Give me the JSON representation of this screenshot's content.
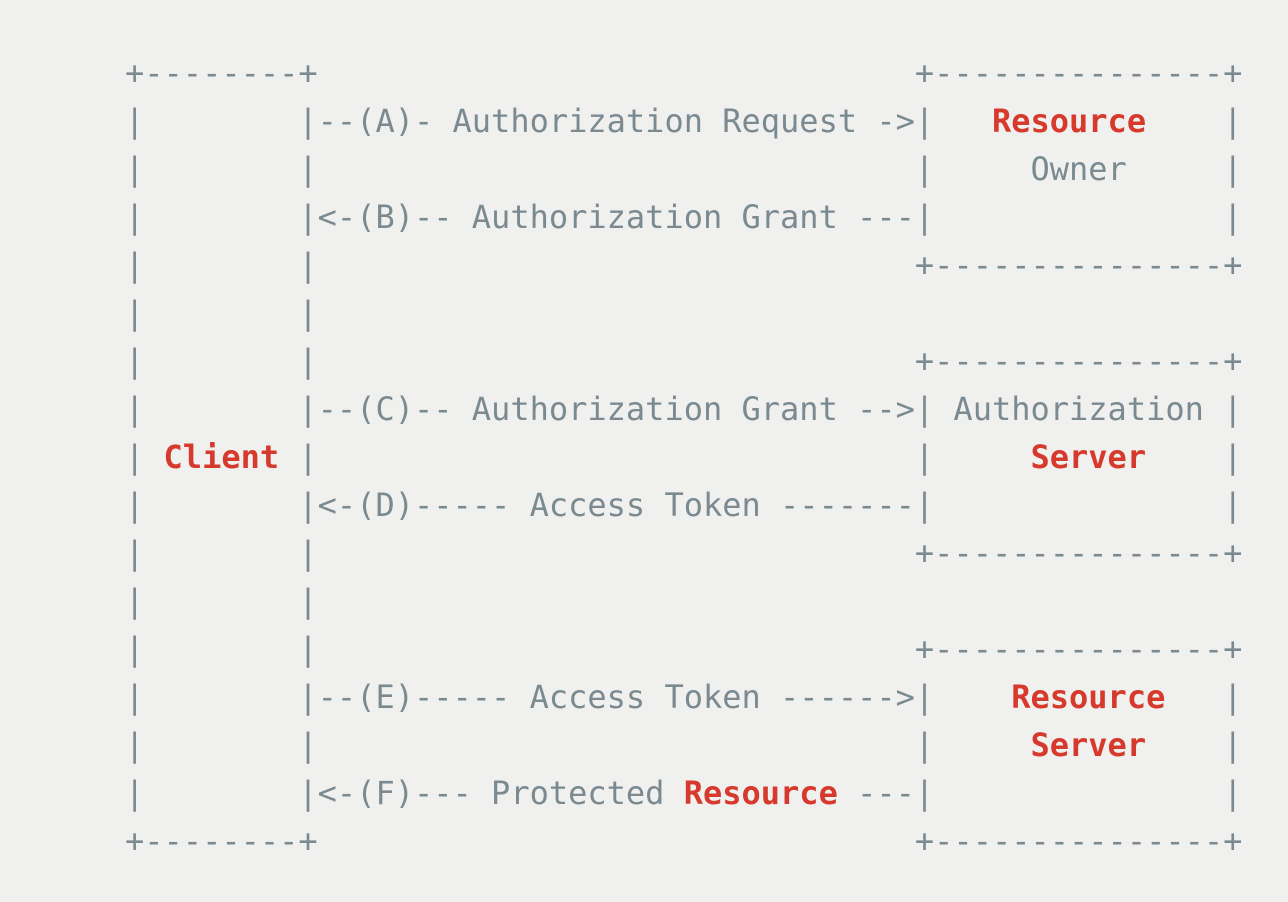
{
  "page": {
    "background": "#f0f0ee"
  },
  "diagram": {
    "text_color": "#7b8a91",
    "highlight_color": "#d63a2d",
    "highlight_terms": [
      "Client",
      "Resource",
      "Server"
    ],
    "boxes": [
      "Client",
      "Resource Owner",
      "Authorization Server",
      "Resource Server"
    ],
    "steps": [
      {
        "id": "A",
        "label": "Authorization Request"
      },
      {
        "id": "B",
        "label": "Authorization Grant"
      },
      {
        "id": "C",
        "label": "Authorization Grant"
      },
      {
        "id": "D",
        "label": "Access Token"
      },
      {
        "id": "E",
        "label": "Access Token"
      },
      {
        "id": "F",
        "label": "Protected Resource"
      }
    ],
    "lines": [
      "+--------+                               +---------------+",
      "|        |--(A)- Authorization Request ->|   Resource    |",
      "|        |                               |     Owner     |",
      "|        |<-(B)-- Authorization Grant ---|               |",
      "|        |                               +---------------+",
      "|        |",
      "|        |                               +---------------+",
      "|        |--(C)-- Authorization Grant -->| Authorization |",
      "| Client |                               |     Server    |",
      "|        |<-(D)----- Access Token -------|               |",
      "|        |                               +---------------+",
      "|        |",
      "|        |                               +---------------+",
      "|        |--(E)----- Access Token ------>|    Resource   |",
      "|        |                               |     Server    |",
      "|        |<-(F)--- Protected Resource ---|               |",
      "+--------+                               +---------------+"
    ]
  }
}
